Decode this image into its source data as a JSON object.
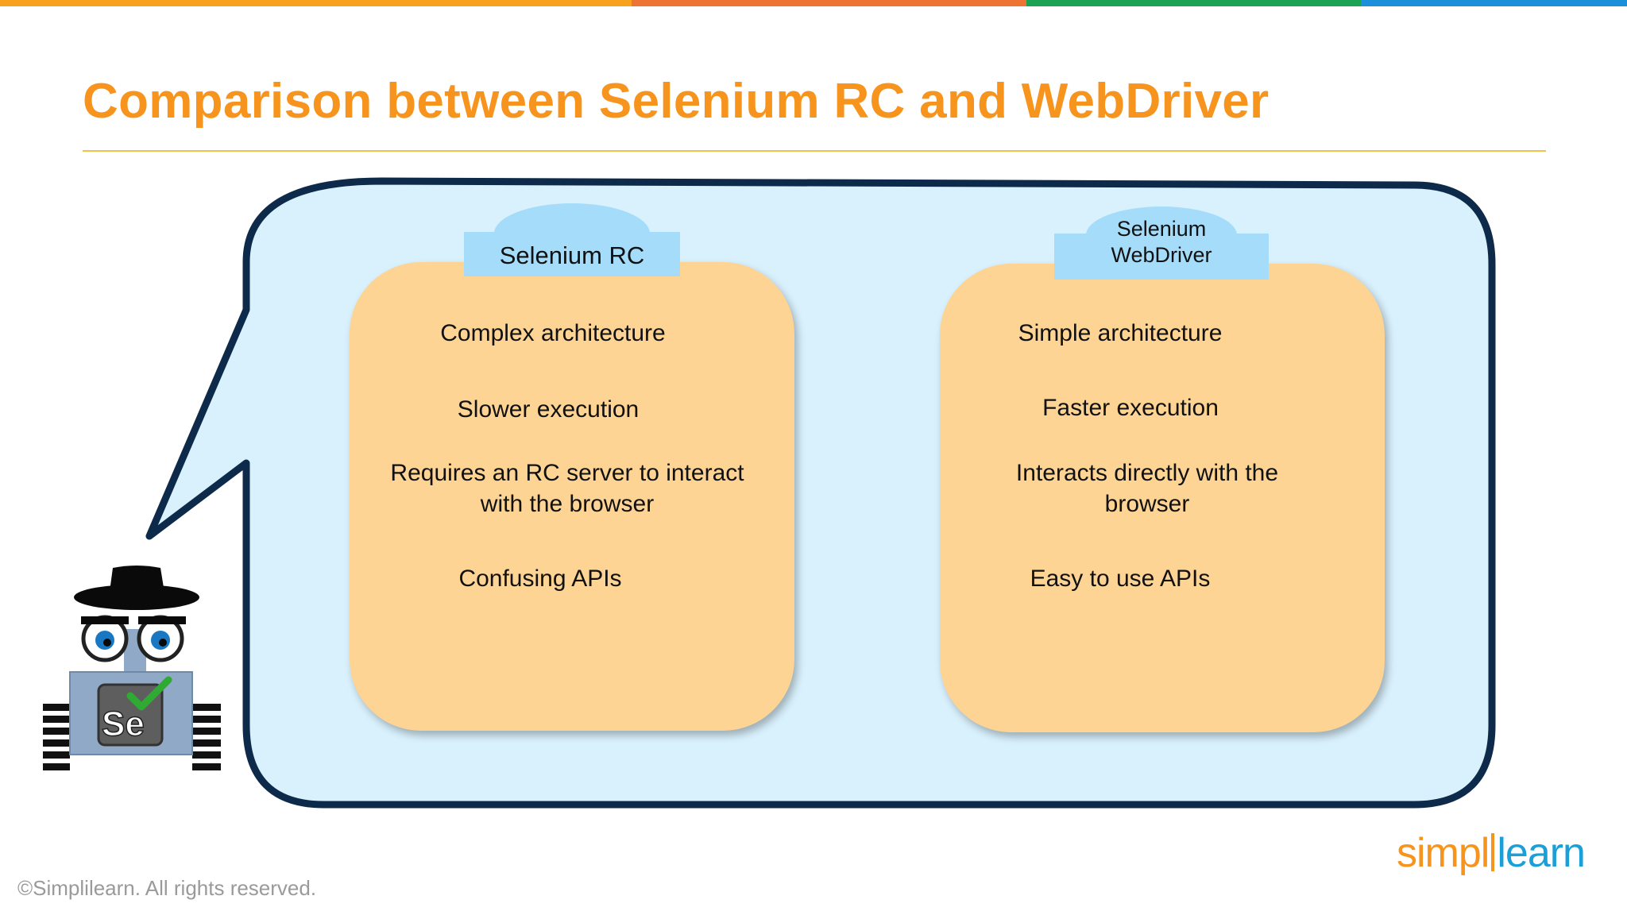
{
  "colors": {
    "title": "#f7941d",
    "rule": "#f0c24a",
    "bubble_fill": "#d9f1fd",
    "bubble_stroke": "#0d2a4a",
    "card_fill": "#fdd494",
    "tag_fill": "#a4dcfa",
    "logo_orange": "#f7941d",
    "logo_blue": "#1b9fd9",
    "topbar": [
      "#f8a11d",
      "#ee7434",
      "#1aa352",
      "#1b8fd9"
    ]
  },
  "slide": {
    "title": "Comparison between Selenium RC and WebDriver"
  },
  "comparison": {
    "rc": {
      "heading": "Selenium RC",
      "items": [
        {
          "lines": [
            "Complex architecture"
          ]
        },
        {
          "lines": [
            "Slower execution"
          ]
        },
        {
          "lines": [
            "Requires an RC server to interact",
            "with the browser"
          ]
        },
        {
          "lines": [
            "Confusing APIs"
          ]
        }
      ]
    },
    "webdriver": {
      "heading_lines": [
        "Selenium",
        "WebDriver"
      ],
      "items": [
        {
          "lines": [
            "Simple architecture"
          ]
        },
        {
          "lines": [
            "Faster execution"
          ]
        },
        {
          "lines": [
            "Interacts directly with the",
            "browser"
          ]
        },
        {
          "lines": [
            "Easy to use APIs"
          ]
        }
      ]
    }
  },
  "mascot": {
    "badge_text": "Se",
    "icons": [
      "hat-icon",
      "eyes-icon",
      "checkmark-icon"
    ]
  },
  "footer": {
    "copyright": "©Simplilearn. All rights reserved.",
    "logo_part1": "simpl",
    "logo_part2": "learn"
  }
}
